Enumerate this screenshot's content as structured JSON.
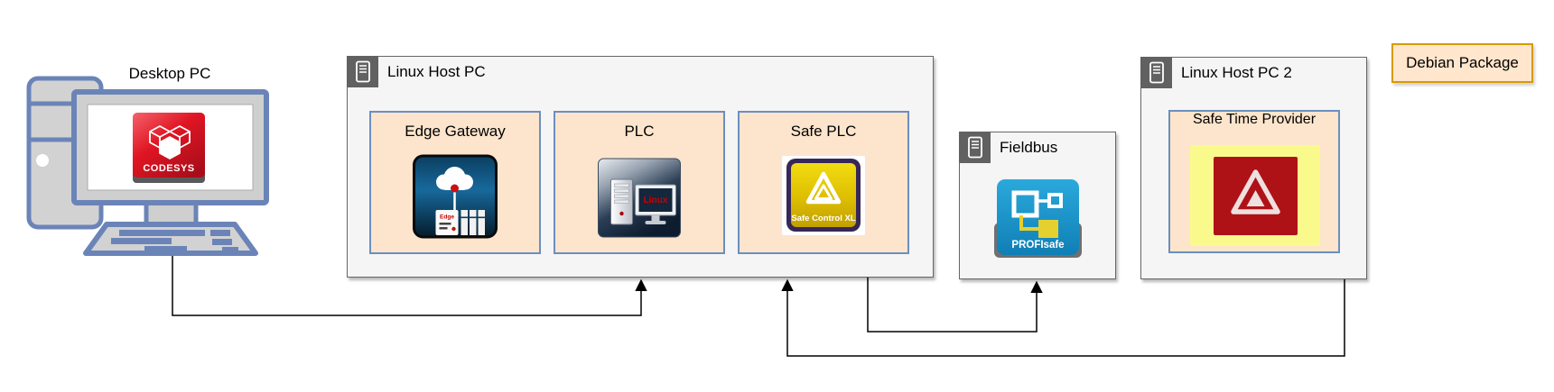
{
  "desktop_pc": {
    "label": "Desktop PC",
    "codesys": "CODESYS"
  },
  "host1": {
    "title": "Linux Host PC",
    "apps": [
      {
        "label": "Edge Gateway",
        "badge": "Edge"
      },
      {
        "label": "PLC",
        "badge": "Linux"
      },
      {
        "label": "Safe PLC",
        "badge": "Safe Control XL"
      }
    ]
  },
  "fieldbus": {
    "title": "Fieldbus",
    "badge": "PROFIsafe"
  },
  "host2": {
    "title": "Linux Host PC 2",
    "apps": [
      {
        "label": "Safe Time Provider"
      }
    ]
  },
  "legend": {
    "label": "Debian Package"
  },
  "connections": [
    {
      "from": "Desktop PC",
      "to": "Linux Host PC (PLC)"
    },
    {
      "from": "Linux Host PC",
      "to": "Fieldbus"
    },
    {
      "from": "Linux Host PC 2",
      "to": "Linux Host PC (Safe PLC)"
    }
  ],
  "colors": {
    "app_box_fill": "#FCE5CC",
    "app_box_border": "#6C8EBF",
    "container_fill": "#F5F5F5",
    "container_border": "#666666",
    "tab_fill": "#616161",
    "legend_fill": "#FFE6CC",
    "legend_border": "#D79B00",
    "connector": "#000000",
    "desktop_blue": "#6B84B8",
    "desktop_gray": "#D2D2D2",
    "codesys_red": "#D6101F",
    "profisafe_blue": "#1693C8",
    "safe_plc_yellow": "#DDBE00",
    "safe_time_yellow": "#FAFA8C",
    "safe_time_red": "#AE1217"
  }
}
